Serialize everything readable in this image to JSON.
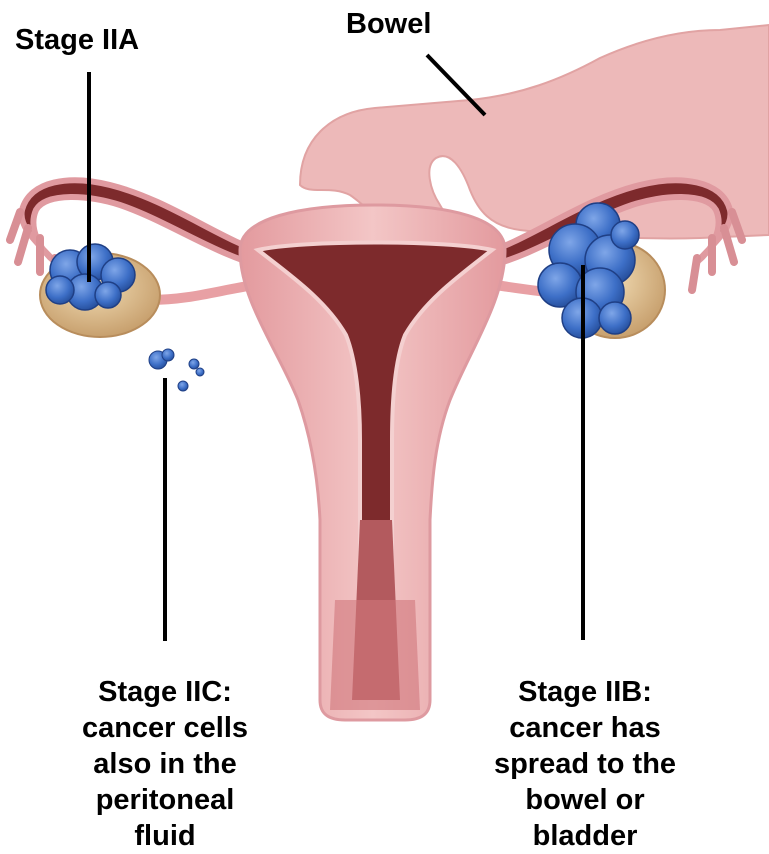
{
  "labels": {
    "stage_iia": "Stage IIA",
    "bowel": "Bowel",
    "stage_iic": [
      "Stage IIC:",
      "cancer cells",
      "also in the",
      "peritoneal",
      "fluid"
    ],
    "stage_iib": [
      "Stage IIB:",
      "cancer has",
      "spread to the",
      "bowel or",
      "bladder"
    ]
  },
  "colors": {
    "tissue_pink": "#e8a0a4",
    "tissue_light": "#f1c4c4",
    "bowel_pink": "#edb9b9",
    "inner_dark": "#7d2a2c",
    "ovary_tan": "#d8b98c",
    "tumor_blue": "#3d6fc7",
    "leader_line": "#000000"
  }
}
